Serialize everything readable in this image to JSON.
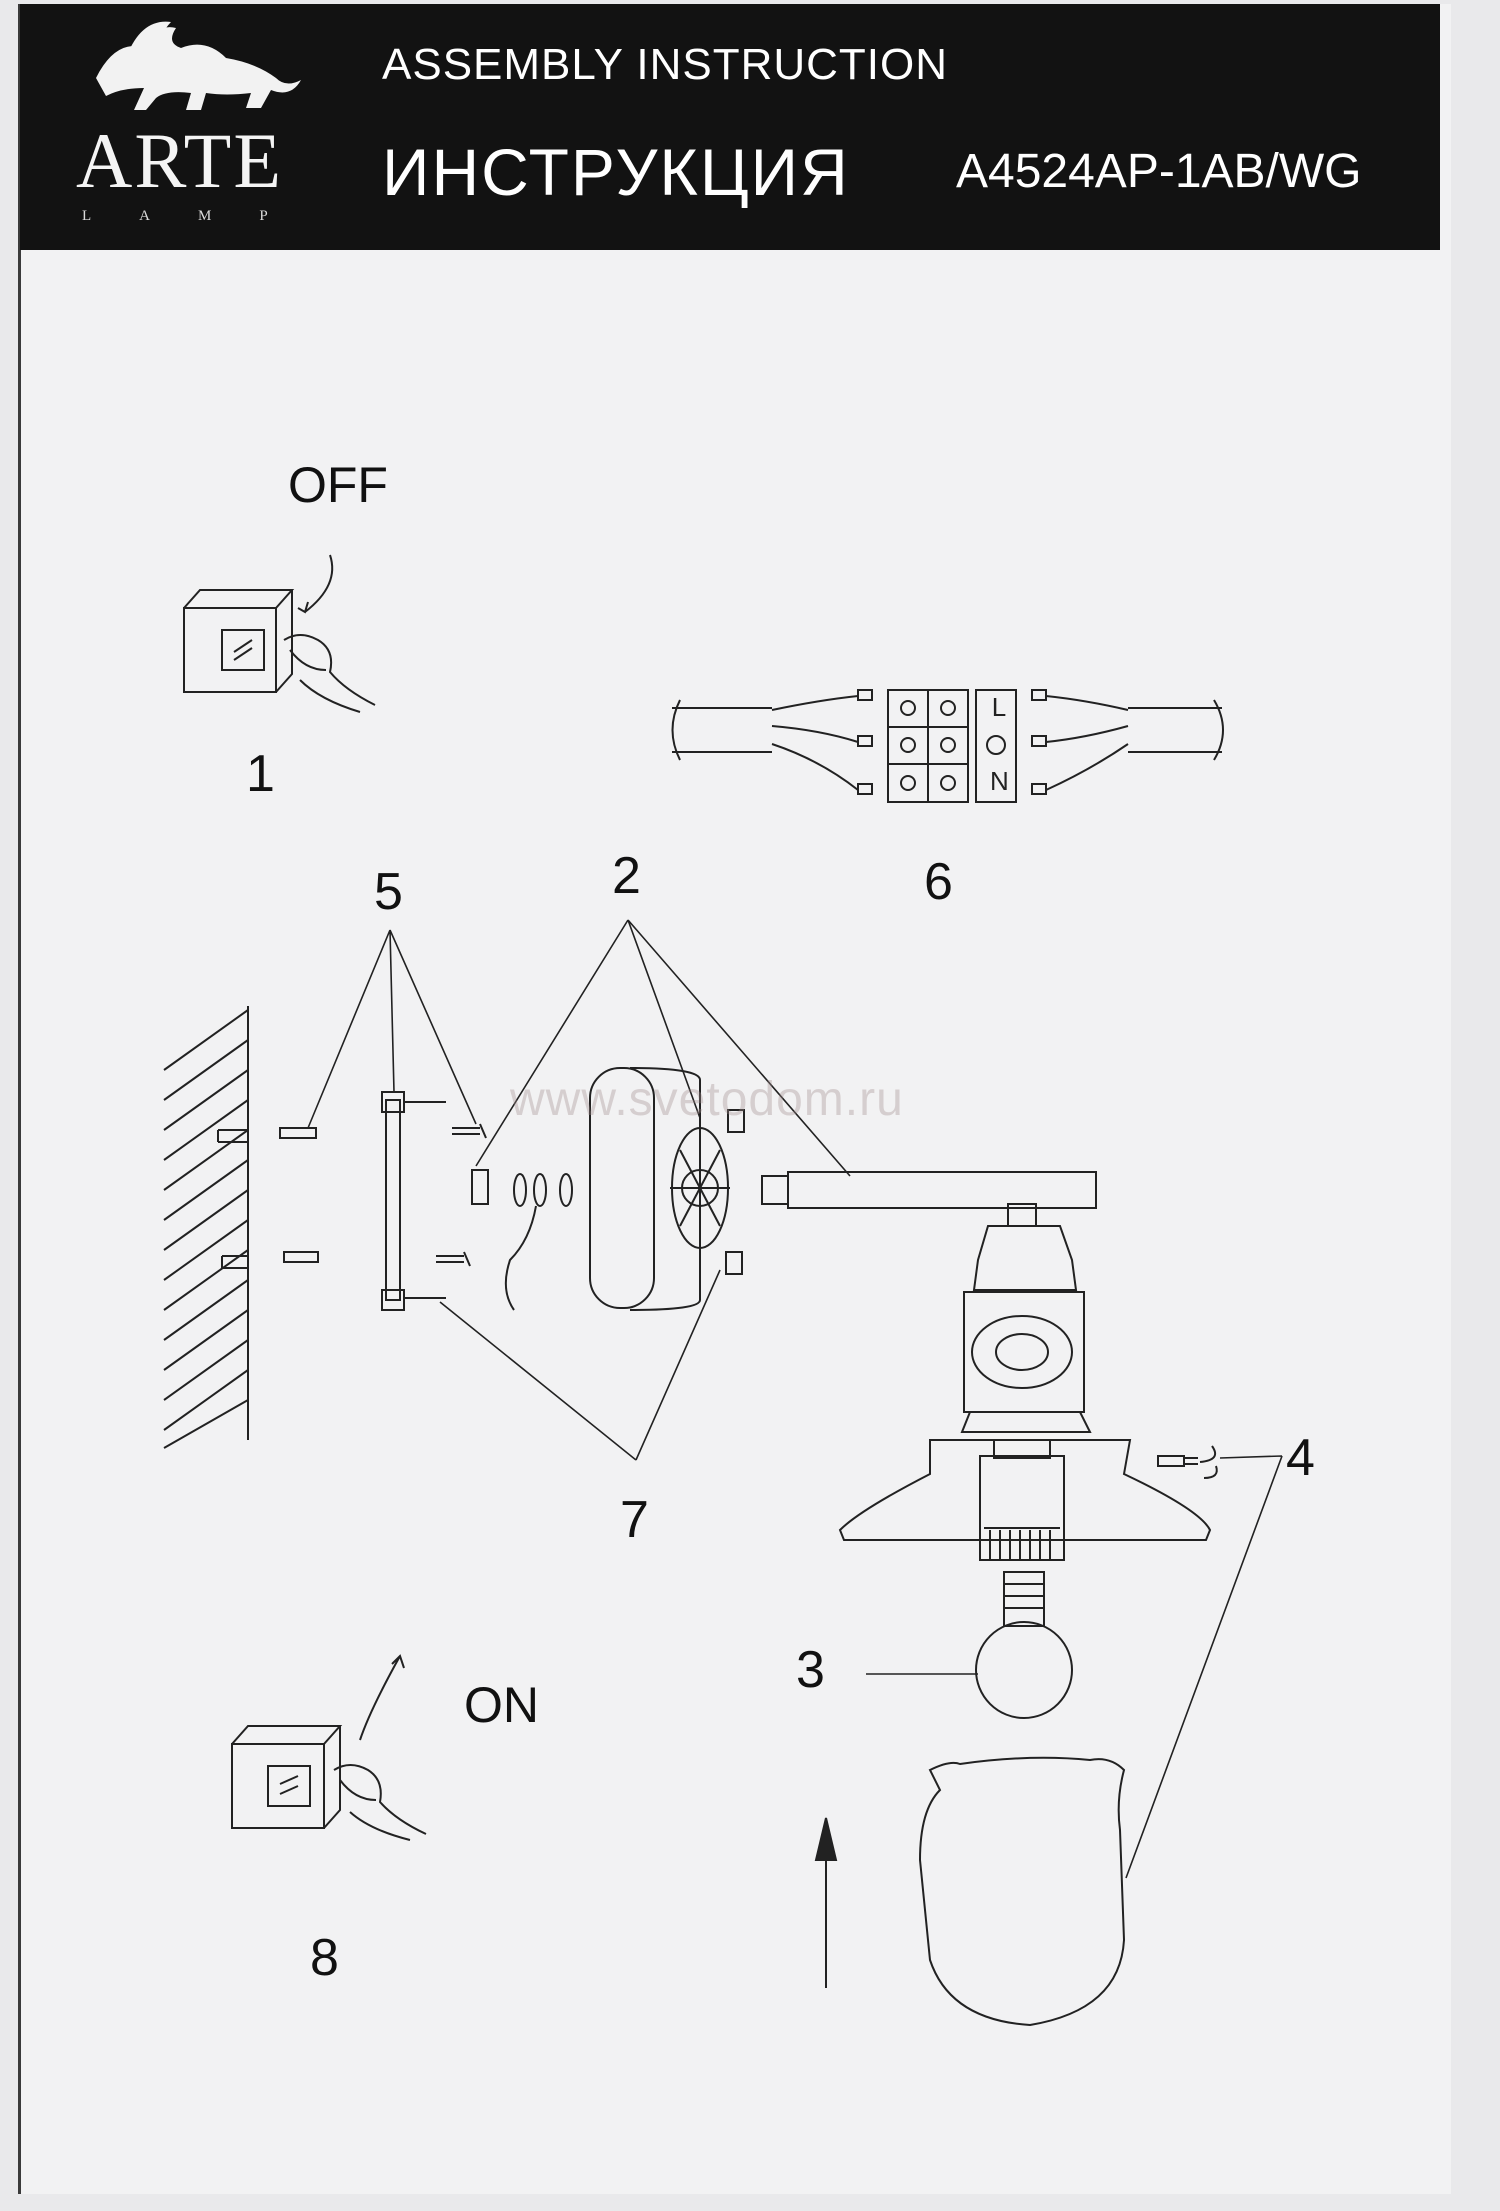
{
  "header": {
    "title_en": "ASSEMBLY INSTRUCTION",
    "title_ru": "ИНСТРУКЦИЯ",
    "model": "A4524AP-1AB/WG",
    "logo": {
      "brand": "ARTE",
      "sub": "LAMP"
    }
  },
  "steps": {
    "off_label": "OFF",
    "on_label": "ON",
    "s1": "1",
    "s2": "2",
    "s3": "3",
    "s4": "4",
    "s5": "5",
    "s6": "6",
    "s7": "7",
    "s8": "8"
  },
  "terminal": {
    "l": "L",
    "n": "N"
  },
  "watermark": "www.svetodom.ru"
}
